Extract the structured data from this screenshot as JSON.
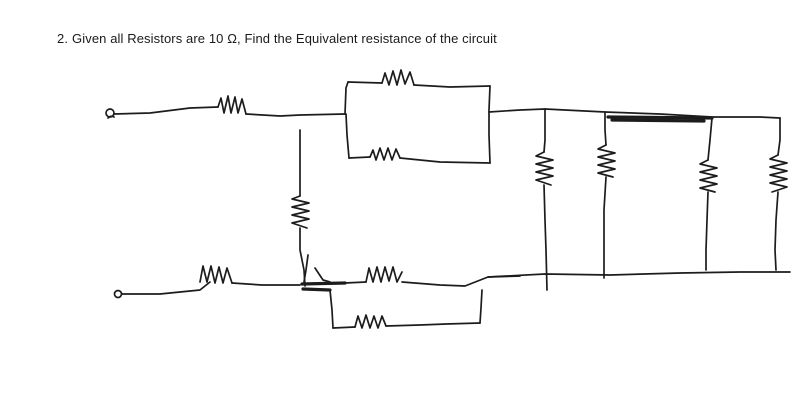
{
  "question": {
    "number": "2.",
    "text": "Given all Resistors are 10 Ω, Find the Equivalent resistance of the circuit"
  },
  "diagram": {
    "stroke_color": "#1c1c1c",
    "resistor_symbol": "zigzag-resistor"
  }
}
